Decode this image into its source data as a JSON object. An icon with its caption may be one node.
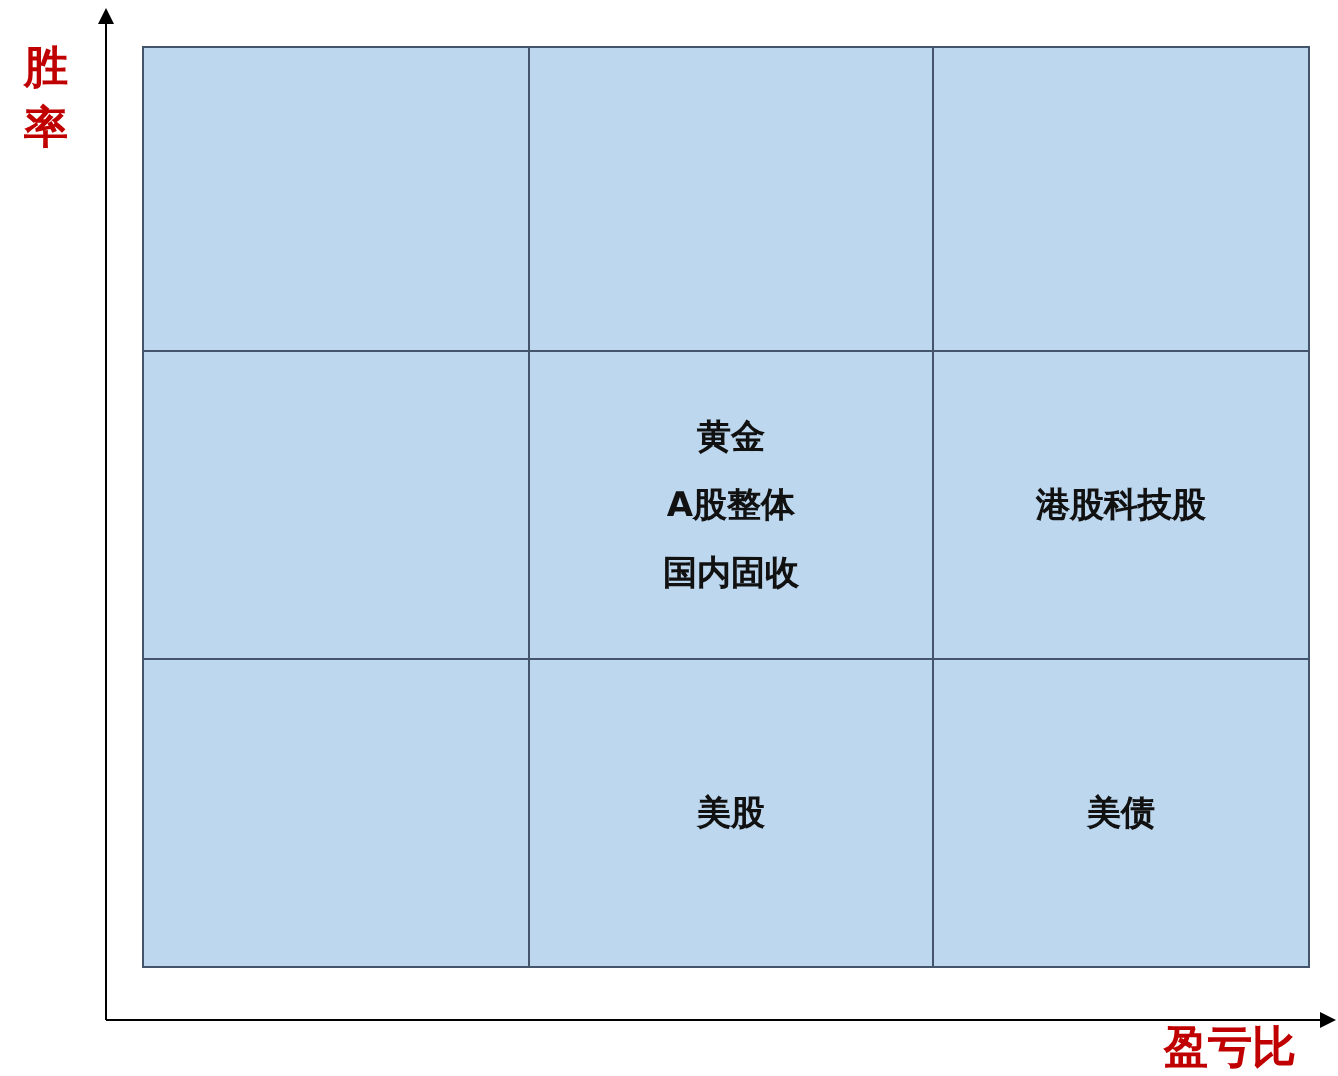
{
  "diagram": {
    "nodes": [
      {
        "text": [],
        "shape": "box"
      },
      {
        "text": [],
        "shape": "box"
      },
      {
        "text": [],
        "shape": "box"
      },
      {
        "text": [],
        "shape": "box"
      },
      {
        "text": [
          "黄金",
          "A股整体",
          "国内固收"
        ]
      },
      {
        "text": [
          "港股科技股"
        ]
      },
      {
        "text": [],
        "shape": "box"
      },
      {
        "text": [
          "美股"
        ]
      },
      {
        "text": [
          "美债"
        ]
      }
    ],
    "labels": [
      "胜率",
      "盈亏比"
    ]
  }
}
